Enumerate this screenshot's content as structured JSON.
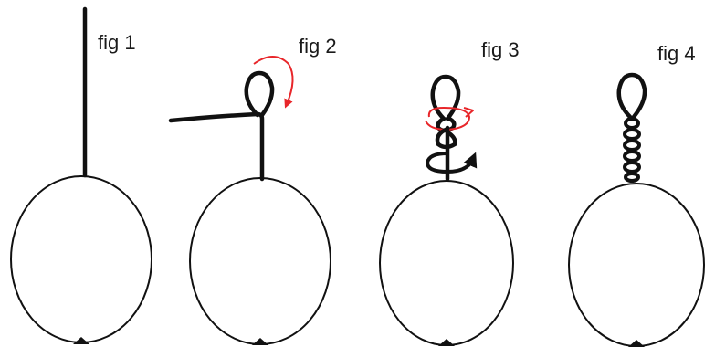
{
  "figures": [
    {
      "label": "fig 1"
    },
    {
      "label": "fig 2"
    },
    {
      "label": "fig 3"
    },
    {
      "label": "fig 4"
    }
  ],
  "colors": {
    "line": "#111111",
    "accent": "#e8262a"
  }
}
